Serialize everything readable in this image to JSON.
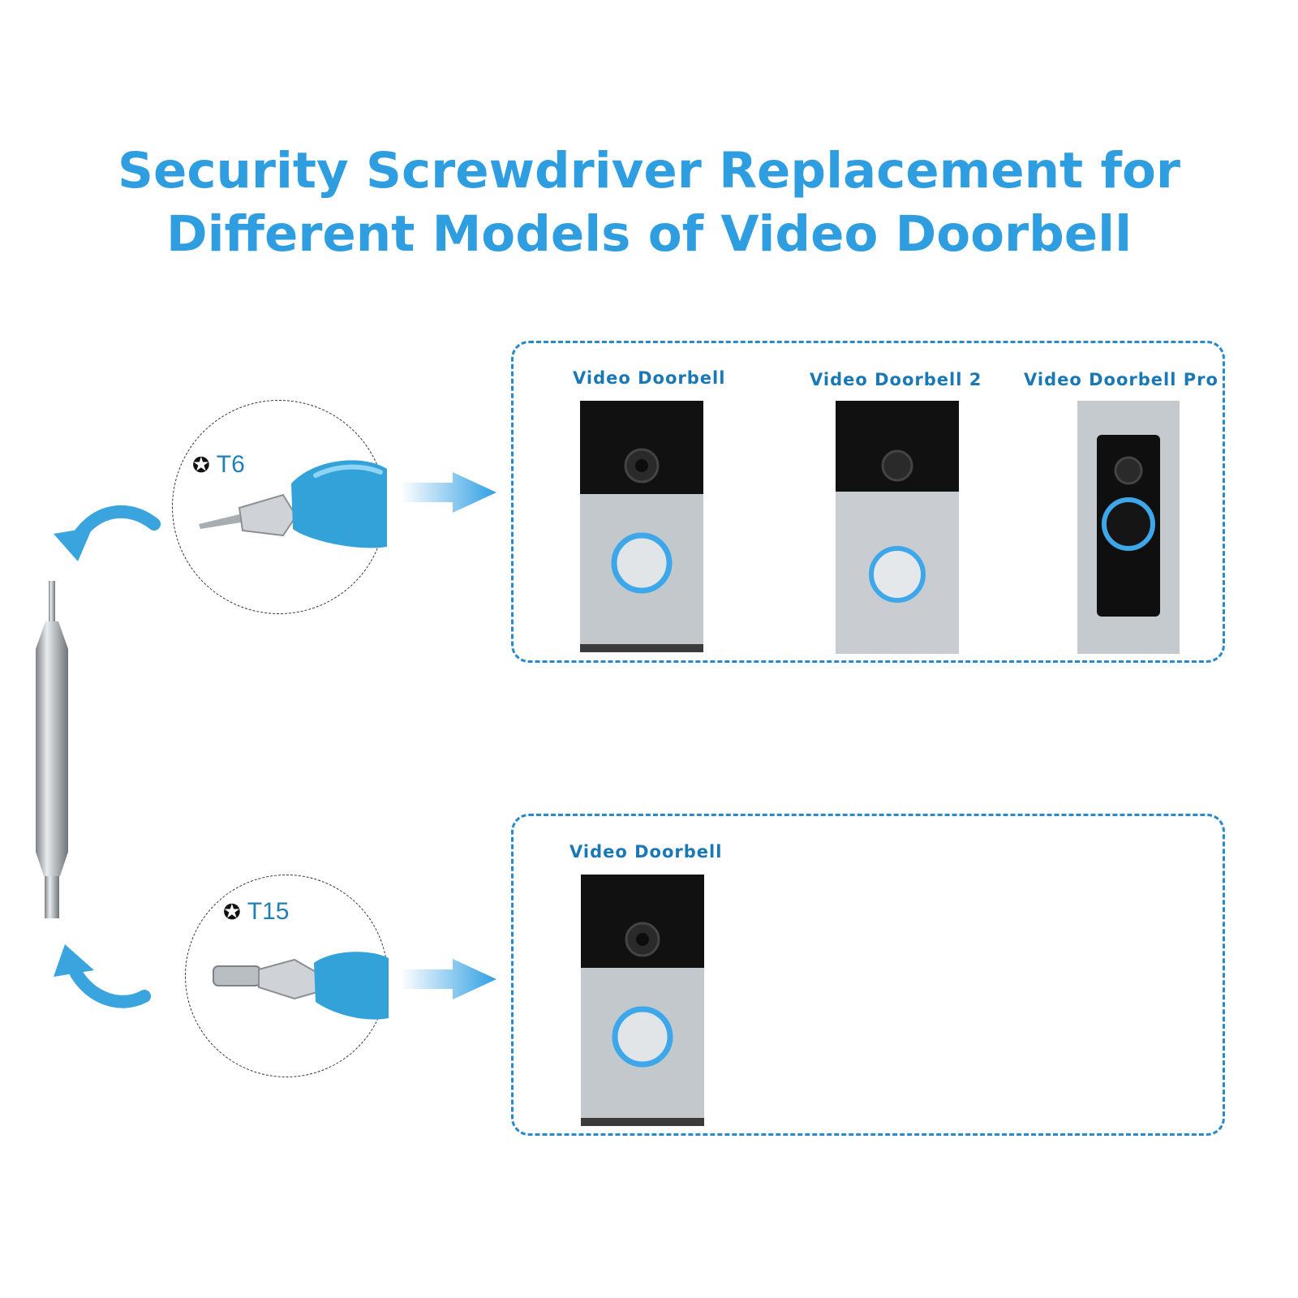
{
  "title": {
    "line1": "Security Screwdriver Replacement for",
    "line2": "Different Models of Video Doorbell"
  },
  "colors": {
    "title": "#2f9ee0",
    "accent": "#2a8ac9",
    "label": "#1a78b4",
    "silver": "#c7ccd1",
    "ring": "#3ea7ea"
  },
  "top_panel": {
    "bit": {
      "icon": "torx-star-icon",
      "label": "T6"
    },
    "models": [
      {
        "label": "Video Doorbell"
      },
      {
        "label": "Video Doorbell 2"
      },
      {
        "label": "Video Doorbell Pro"
      }
    ]
  },
  "bottom_panel": {
    "bit": {
      "icon": "torx-star-icon",
      "label": "T15"
    },
    "models": [
      {
        "label": "Video Doorbell"
      }
    ]
  }
}
